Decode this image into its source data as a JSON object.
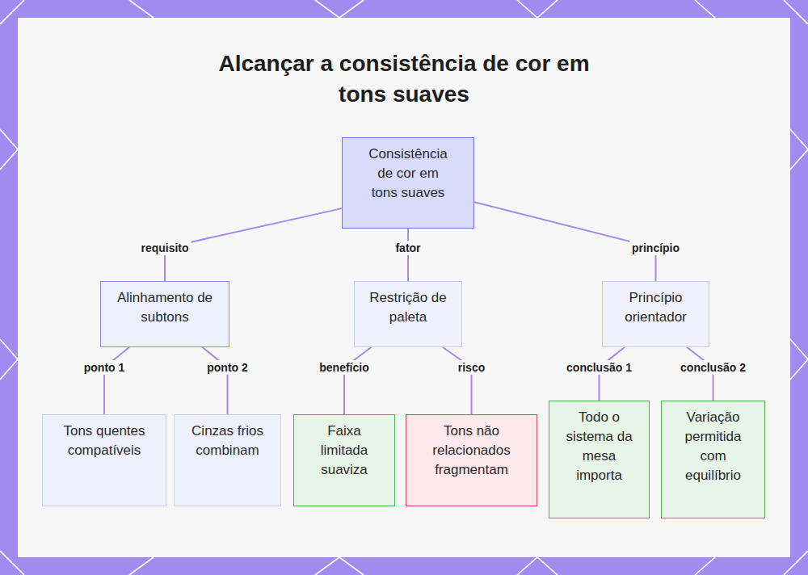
{
  "diagram": {
    "title": "Alcançar a consistência de cor em tons suaves",
    "nodes": [
      {
        "text": [
          "Consistência de cor em tons suaves"
        ]
      },
      {
        "text": [
          "Alinhamento de subtons"
        ]
      },
      {
        "text": [
          "Restrição de paleta"
        ]
      },
      {
        "text": [
          "Princípio orientador"
        ]
      },
      {
        "text": [
          "Tons quentes compatíveis"
        ]
      },
      {
        "text": [
          "Cinzas frios combinam"
        ]
      },
      {
        "text": [
          "Faixa limitada suaviza"
        ]
      },
      {
        "text": [
          "Tons não relacionados fragmentam"
        ]
      },
      {
        "text": [
          "Todo o sistema da mesa importa"
        ]
      },
      {
        "text": [
          "Variação permitida com equilíbrio"
        ]
      }
    ],
    "edges": [
      {
        "from": 0,
        "to": 1,
        "label": "requisito",
        "arrow": "none"
      },
      {
        "from": 0,
        "to": 2,
        "label": "fator",
        "arrow": "none"
      },
      {
        "from": 0,
        "to": 3,
        "label": "princípio",
        "arrow": "none"
      },
      {
        "from": 1,
        "to": 4,
        "label": "ponto 1",
        "arrow": "none"
      },
      {
        "from": 1,
        "to": 5,
        "label": "ponto 2",
        "arrow": "none"
      },
      {
        "from": 2,
        "to": 6,
        "label": "benefício",
        "arrow": "none"
      },
      {
        "from": 2,
        "to": 7,
        "label": "risco",
        "arrow": "none"
      },
      {
        "from": 3,
        "to": 8,
        "label": "conclusão 1",
        "arrow": "none"
      },
      {
        "from": 3,
        "to": 9,
        "label": "conclusão 2",
        "arrow": "none"
      }
    ]
  }
}
